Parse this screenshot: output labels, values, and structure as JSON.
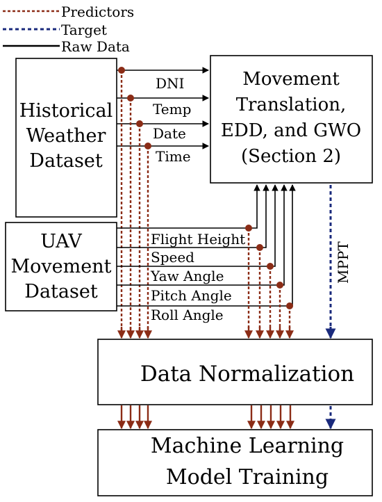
{
  "legend": {
    "predictors": "Predictors",
    "target": "Target",
    "raw_data": "Raw Data"
  },
  "boxes": {
    "historical_weather": [
      "Historical",
      "Weather",
      "Dataset"
    ],
    "movement_translation": [
      "Movement",
      "Translation,",
      "EDD, and GWO",
      "(Section 2)"
    ],
    "uav_movement": [
      "UAV",
      "Movement",
      "Dataset"
    ],
    "data_normalization": [
      "Data Normalization"
    ],
    "ml_training": [
      "Machine Learning",
      "Model Training"
    ]
  },
  "weather_vars": [
    "DNI",
    "Temp",
    "Date",
    "Time"
  ],
  "uav_vars": [
    "Flight Height",
    "Speed",
    "Yaw Angle",
    "Pitch Angle",
    "Roll Angle"
  ],
  "mppt_label": "MPPT",
  "colors": {
    "predictors": "#8b2c16",
    "target": "#1a2a7c",
    "raw_data": "#000000"
  }
}
